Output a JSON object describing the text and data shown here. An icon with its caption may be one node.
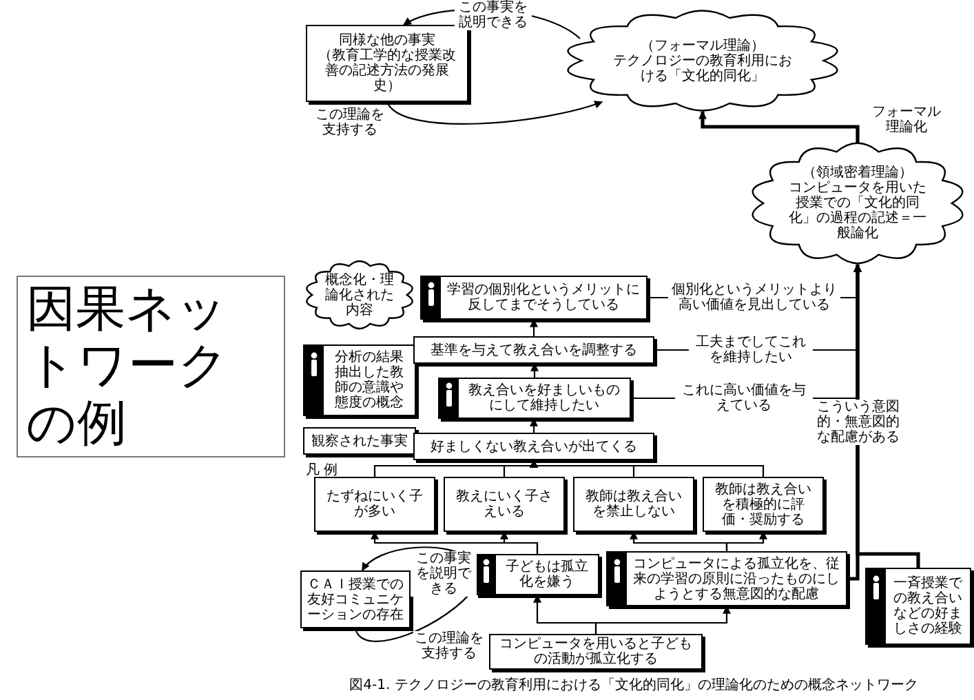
{
  "diagram": {
    "title": "因果ネットワークの例",
    "caption": "図4-1. テクノロジーの教育利用における「文化的同化」の理論化のための概念ネットワーク",
    "nodes": [
      {
        "text": [
          "同様な他の事実",
          "（教育工学的な授業改善の記述方法の発展史）"
        ]
      },
      {
        "text": [
          "（フォーマル理論）",
          "テクノロジーの教育利用における「文化的同化」"
        ]
      },
      {
        "text": [
          "（領域密着理論）",
          "コンピュータを用いた授業での「文化的同化」の過程の記述＝一般論化"
        ]
      },
      {
        "text": [
          "概念化・理論化された内容"
        ]
      },
      {
        "text": [
          "分析の結果抽出した教師の意識や態度の概念"
        ]
      },
      {
        "text": [
          "観察された事実"
        ]
      },
      {
        "text": [
          "学習の個別化というメリットに反してまでそうしている"
        ]
      },
      {
        "text": [
          "基準を与えて教え合いを調整する"
        ]
      },
      {
        "text": [
          "教え合いを好ましいものにして維持したい"
        ]
      },
      {
        "text": [
          "好ましくない教え合いが出てくる"
        ]
      },
      {
        "text": [
          "たずねにいく子が多い"
        ]
      },
      {
        "text": [
          "教えにいく子さえいる"
        ]
      },
      {
        "text": [
          "教師は教え合いを禁止しない"
        ]
      },
      {
        "text": [
          "教師は教え合いを積極的に評価・奨励する"
        ]
      },
      {
        "text": [
          "ＣＡＩ授業での友好コミュニケーションの存在"
        ]
      },
      {
        "text": [
          "子どもは孤立化を嫌う"
        ]
      },
      {
        "text": [
          "コンピュータによる孤立化を、従来の学習の原則に沿ったものにしようとする無意図的な配慮"
        ]
      },
      {
        "text": [
          "一斉授業での教え合いなどの好ましさの経験"
        ]
      },
      {
        "text": [
          "コンピュータを用いると子どもの活動が孤立化する"
        ]
      }
    ],
    "edges": [
      {
        "from": 1,
        "to": 0,
        "arrow": "to",
        "label": "この事実を説明できる"
      },
      {
        "from": 0,
        "to": 1,
        "arrow": "to",
        "label": "この理論を支持する"
      },
      {
        "from": 2,
        "to": 1,
        "arrow": "to",
        "label": "フォーマル理論化",
        "style": "thick"
      },
      {
        "from": 6,
        "to": 2,
        "arrow": "to",
        "label": "個別化というメリットより高い価値を見出している"
      },
      {
        "from": 7,
        "to": 2,
        "arrow": "to",
        "label": "工夫までしてこれを維持したい"
      },
      {
        "from": 8,
        "to": 2,
        "arrow": "to",
        "label": "これに高い価値を与えている"
      },
      {
        "from": 16,
        "to": 2,
        "arrow": "to",
        "label": "こういう意図的・無意図的な配慮がある",
        "style": "thick"
      },
      {
        "from": 17,
        "to": 2,
        "arrow": "to",
        "style": "thick"
      },
      {
        "from": 9,
        "to": 8,
        "arrow": "to"
      },
      {
        "from": 8,
        "to": 7,
        "arrow": "to"
      },
      {
        "from": 7,
        "to": 6,
        "arrow": "to"
      },
      {
        "from": 10,
        "to": 9,
        "arrow": "to"
      },
      {
        "from": 11,
        "to": 9,
        "arrow": "to"
      },
      {
        "from": 12,
        "to": 9,
        "arrow": "to"
      },
      {
        "from": 13,
        "to": 9,
        "arrow": "to"
      },
      {
        "from": 15,
        "to": 10,
        "arrow": "to"
      },
      {
        "from": 15,
        "to": 11,
        "arrow": "to"
      },
      {
        "from": 16,
        "to": 12,
        "arrow": "to"
      },
      {
        "from": 16,
        "to": 13,
        "arrow": "to"
      },
      {
        "from": 18,
        "to": 15,
        "arrow": "to"
      },
      {
        "from": 18,
        "to": 16,
        "arrow": "to"
      },
      {
        "from": 15,
        "to": 14,
        "arrow": "to",
        "label": "この事実を説明できる"
      },
      {
        "from": 14,
        "to": 15,
        "arrow": "to",
        "label": "この理論を支持する"
      }
    ],
    "labels": [
      "凡 例"
    ]
  }
}
